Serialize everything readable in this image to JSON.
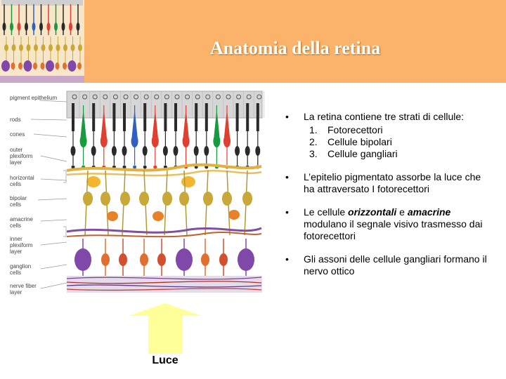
{
  "title": "Anatomia della retina",
  "layer_labels": [
    "pigment epithelium",
    "rods",
    "cones",
    "outer plexiform layer",
    "horizontal cells",
    "bipolar cells",
    "amacrine cells",
    "inner plexiform layer",
    "ganglion cells",
    "nerve fiber layer"
  ],
  "bullets": {
    "b1": "La retina contiene tre strati di cellule:",
    "sub": [
      {
        "num": "1.",
        "text": "Fotorecettori"
      },
      {
        "num": "2.",
        "text": "Cellule bipolari"
      },
      {
        "num": "3.",
        "text": "Cellule gangliari"
      }
    ],
    "b2": "L’epitelio pigmentato assorbe la luce che ha attraversato I fotorecettori",
    "b3_pre": "Le cellule ",
    "b3_em1": "orizzontali",
    "b3_mid": " e ",
    "b3_em2": "amacrine",
    "b3_post": " modulano il segnale visivo trasmesso dai fotorecettori",
    "b4": "Gli assoni delle cellule gangliari formano il nervo ottico"
  },
  "arrow_label": "Luce",
  "colors": {
    "header": "#fbb36c",
    "arrow": "#ffff99"
  }
}
